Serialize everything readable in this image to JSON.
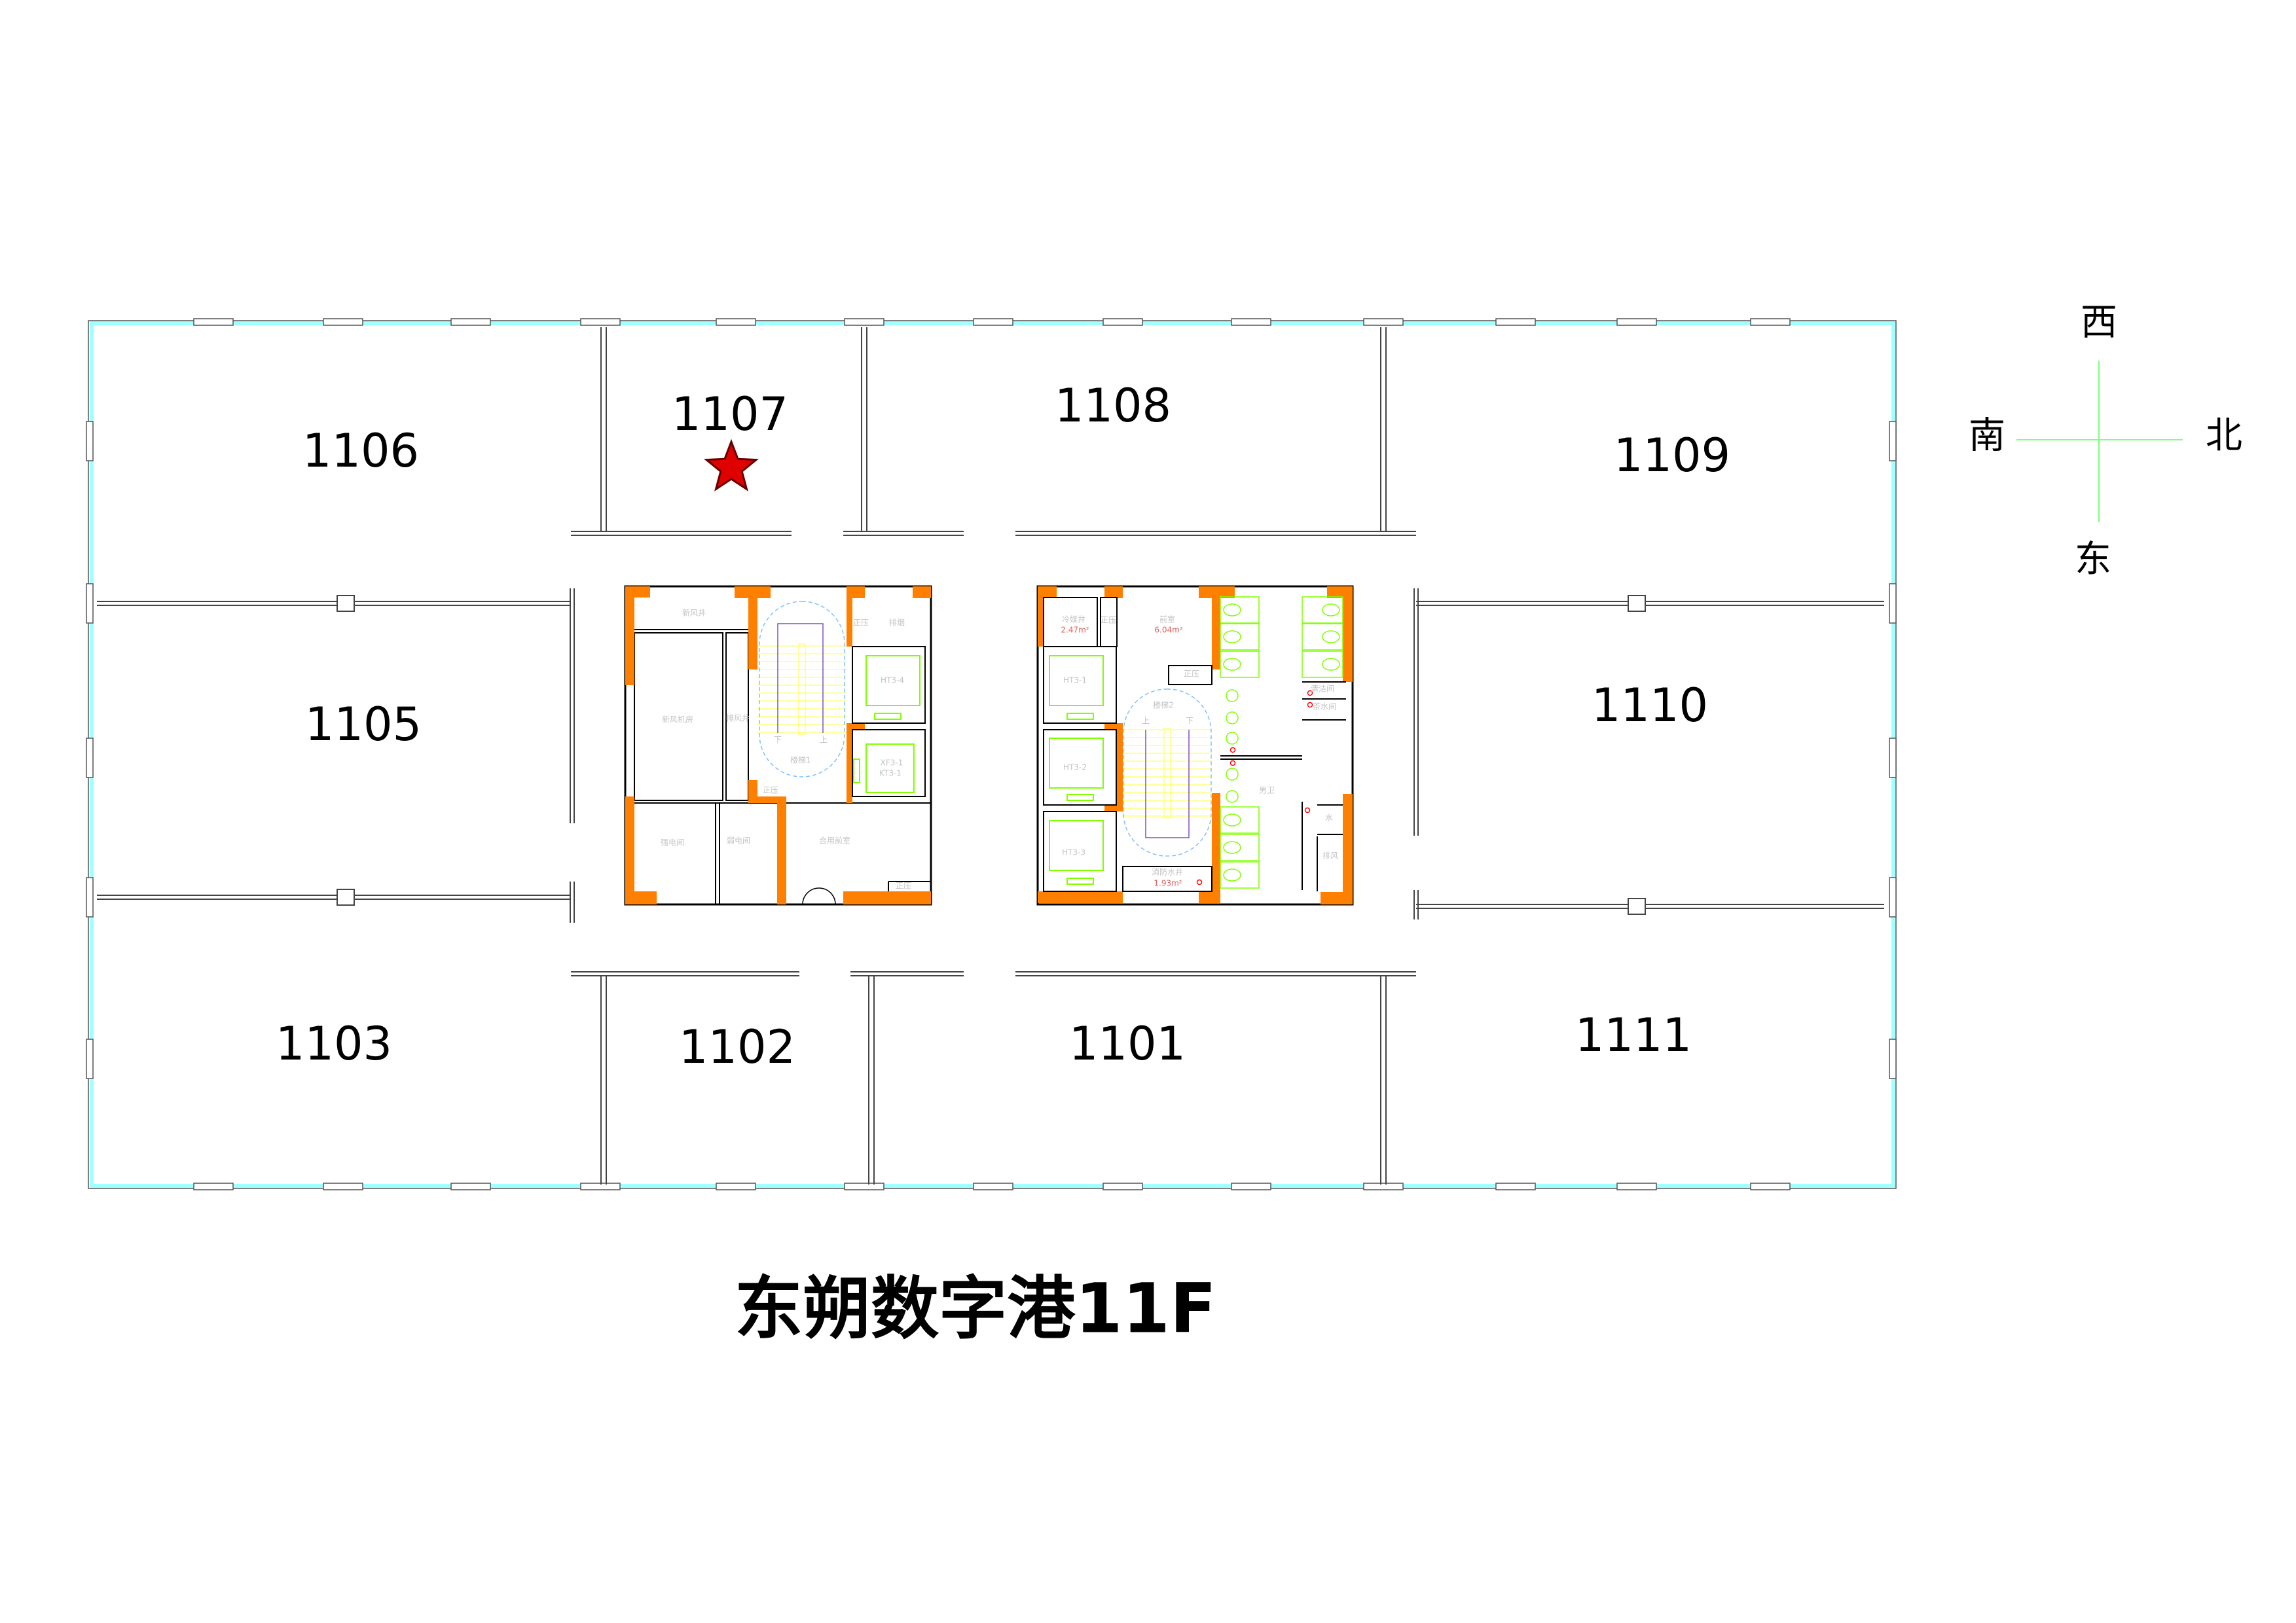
{
  "title": "东朔数字港11F",
  "compass": {
    "west": "西",
    "south": "南",
    "north": "北",
    "east": "东"
  },
  "rooms": {
    "r1101": "1101",
    "r1102": "1102",
    "r1103": "1103",
    "r1105": "1105",
    "r1106": "1106",
    "r1107": "1107",
    "r1108": "1108",
    "r1109": "1109",
    "r1110": "1110",
    "r1111": "1111"
  },
  "marker": {
    "room": "1107",
    "icon": "star-icon",
    "color": "#e00000"
  },
  "core_left": {
    "fresh_air_shaft": "新风井",
    "fresh_air_room": "新风机房",
    "exhaust_shaft": "排风井",
    "stair": "楼梯1",
    "stair_down": "下",
    "stair_up": "上",
    "pressure_1": "正压",
    "smoke_exhaust": "排烟",
    "lift_ht34": "HT3-4",
    "lift_xf31": "XF3-1",
    "lift_kt31": "KT3-1",
    "pressure_2": "正压",
    "strong_elec": "强电间",
    "weak_elec": "弱电间",
    "shared_lobby": "合用前室",
    "pressure_3": "正压"
  },
  "core_right": {
    "refrigerant_shaft": "冷媒井",
    "refrigerant_area": "2.47m²",
    "pressure_1": "正压",
    "lobby": "前室",
    "lobby_area": "6.04m²",
    "pressure_2": "正压",
    "stair": "楼梯2",
    "stair_up": "上",
    "stair_down": "下",
    "lift_ht31": "HT3-1",
    "lift_ht32": "HT3-2",
    "lift_ht33": "HT3-3",
    "fire_water_shaft": "消防水井",
    "fire_water_area": "1.93m²",
    "cleaning_room": "清洁间",
    "tea_room": "茶水间",
    "mens_toilet": "男卫",
    "water": "水",
    "exhaust": "排风"
  },
  "colors": {
    "concrete": "#ff8000",
    "lift": "#80ff00",
    "window": "#a0ffff",
    "stair": "#ffff80"
  }
}
